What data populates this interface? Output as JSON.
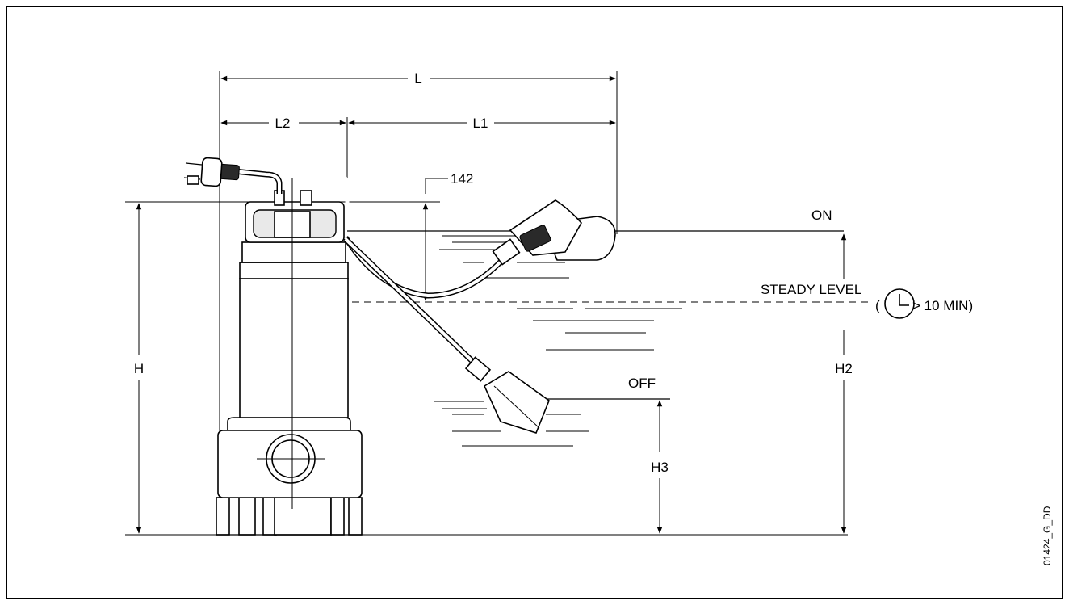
{
  "labels": {
    "L": "L",
    "L1": "L1",
    "L2": "L2",
    "H": "H",
    "H2": "H2",
    "H3": "H3",
    "dim142": "142",
    "on": "ON",
    "off": "OFF",
    "steady": "STEADY LEVEL",
    "paren_open": "(",
    "timer": "> 10 MIN)",
    "code": "01424_G_DD"
  },
  "icons": {
    "timer": "clock-icon",
    "plug": "plug-icon"
  }
}
